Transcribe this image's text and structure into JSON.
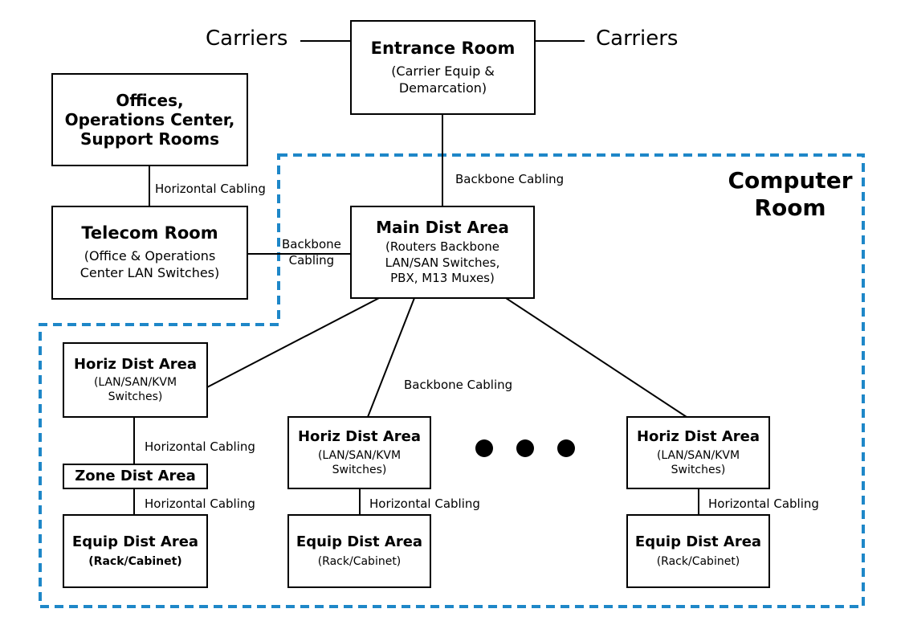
{
  "colors": {
    "computer_room_border": "#1e87c8",
    "lines": "#000000"
  },
  "carriers": {
    "left": "Carriers",
    "right": "Carriers"
  },
  "computer_room": {
    "title_line1": "Computer",
    "title_line2": "Room"
  },
  "boxes": {
    "entrance": {
      "title": "Entrance Room",
      "sub1": "(Carrier Equip &",
      "sub2": "Demarcation)"
    },
    "offices": {
      "line1": "Offices,",
      "line2": "Operations Center,",
      "line3": "Support Rooms"
    },
    "telecom": {
      "title": "Telecom Room",
      "sub1": "(Office & Operations",
      "sub2": "Center LAN Switches)"
    },
    "mda": {
      "title": "Main Dist Area",
      "sub1": "(Routers Backbone",
      "sub2": "LAN/SAN Switches,",
      "sub3": "PBX, M13 Muxes)"
    },
    "hda1": {
      "title": "Horiz Dist Area",
      "sub1": "(LAN/SAN/KVM",
      "sub2": "Switches)"
    },
    "hda2": {
      "title": "Horiz Dist Area",
      "sub1": "(LAN/SAN/KVM",
      "sub2": "Switches)"
    },
    "hda3": {
      "title": "Horiz Dist Area",
      "sub1": "(LAN/SAN/KVM",
      "sub2": "Switches)"
    },
    "zda": {
      "title": "Zone Dist Area"
    },
    "eda1": {
      "title": "Equip Dist Area",
      "sub": "(Rack/Cabinet)"
    },
    "eda2": {
      "title": "Equip Dist Area",
      "sub": "(Rack/Cabinet)"
    },
    "eda3": {
      "title": "Equip Dist Area",
      "sub": "(Rack/Cabinet)"
    }
  },
  "labels": {
    "backbone_top": "Backbone Cabling",
    "horiz_offices": "Horizontal Cabling",
    "backbone_telecom_1": "Backbone",
    "backbone_telecom_2": "Cabling",
    "backbone_mid": "Backbone Cabling",
    "horiz_hda1": "Horizontal Cabling",
    "horiz_zda": "Horizontal Cabling",
    "horiz_hda2": "Horizontal Cabling",
    "horiz_hda3": "Horizontal Cabling"
  }
}
